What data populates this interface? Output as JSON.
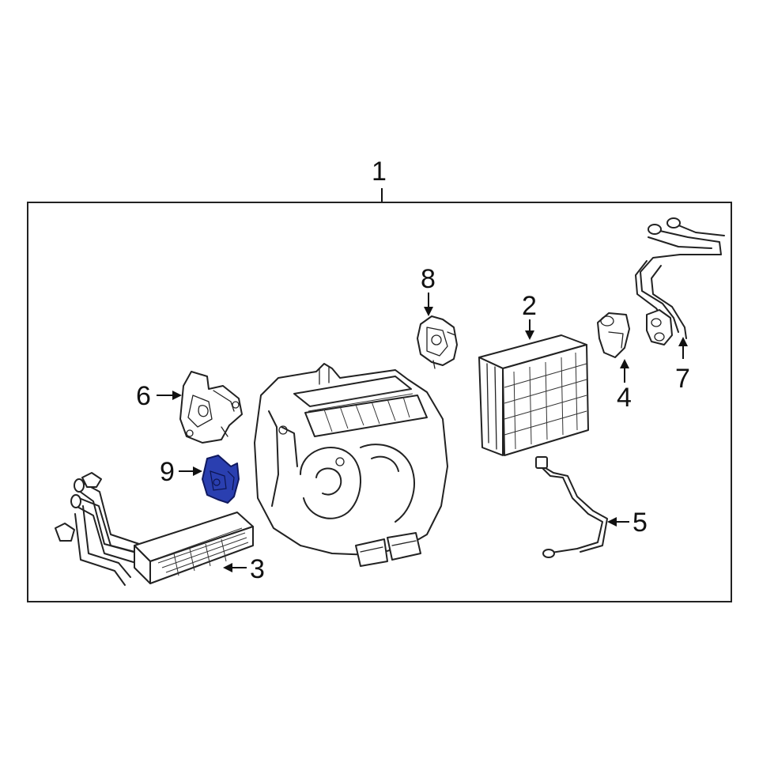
{
  "diagram": {
    "assembly_callout": "1",
    "highlight_color": "#2a3fb0",
    "line_color": "#222222",
    "callouts": [
      {
        "id": "evaporator-core",
        "label": "2"
      },
      {
        "id": "heater-core",
        "label": "3"
      },
      {
        "id": "expansion-valve",
        "label": "4"
      },
      {
        "id": "wire-harness",
        "label": "5"
      },
      {
        "id": "mode-actuator",
        "label": "6"
      },
      {
        "id": "tube-assembly",
        "label": "7"
      },
      {
        "id": "air-mix-actuator",
        "label": "8"
      },
      {
        "id": "recirc-actuator",
        "label": "9"
      }
    ]
  }
}
